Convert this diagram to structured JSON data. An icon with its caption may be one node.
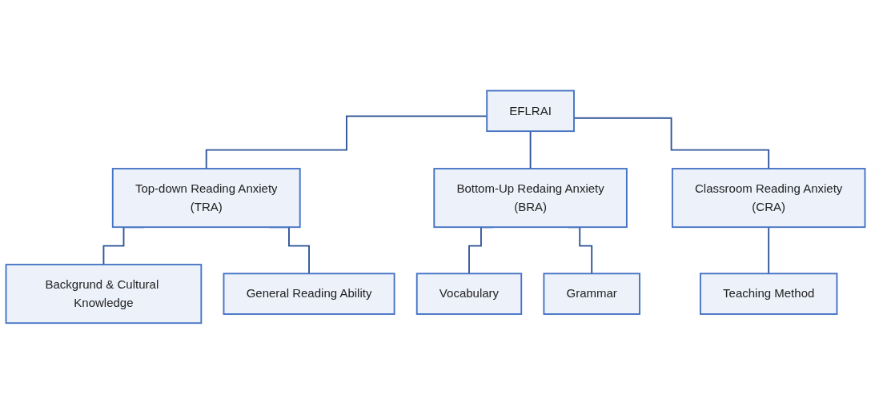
{
  "diagram": {
    "nodes": [
      {
        "text": [
          "EFLRAI"
        ]
      },
      {
        "text": [
          "Top-down Reading Anxiety",
          "(TRA)"
        ]
      },
      {
        "text": [
          "Bottom-Up Redaing Anxiety",
          "(BRA)"
        ]
      },
      {
        "text": [
          "Classroom Reading Anxiety",
          "(CRA)"
        ]
      },
      {
        "text": [
          "Backgrund & Cultural Knowledge"
        ]
      },
      {
        "text": [
          "General Reading Ability"
        ]
      },
      {
        "text": [
          "Vocabulary"
        ]
      },
      {
        "text": [
          "Grammar"
        ]
      },
      {
        "text": [
          "Teaching Method"
        ]
      }
    ],
    "edges": [
      {
        "from": 0,
        "to": 1,
        "arrow": "none"
      },
      {
        "from": 0,
        "to": 2,
        "arrow": "none"
      },
      {
        "from": 0,
        "to": 3,
        "arrow": "none"
      },
      {
        "from": 1,
        "to": 4,
        "arrow": "none"
      },
      {
        "from": 1,
        "to": 5,
        "arrow": "none"
      },
      {
        "from": 2,
        "to": 6,
        "arrow": "none"
      },
      {
        "from": 2,
        "to": 7,
        "arrow": "none"
      },
      {
        "from": 3,
        "to": 8,
        "arrow": "none"
      }
    ]
  }
}
